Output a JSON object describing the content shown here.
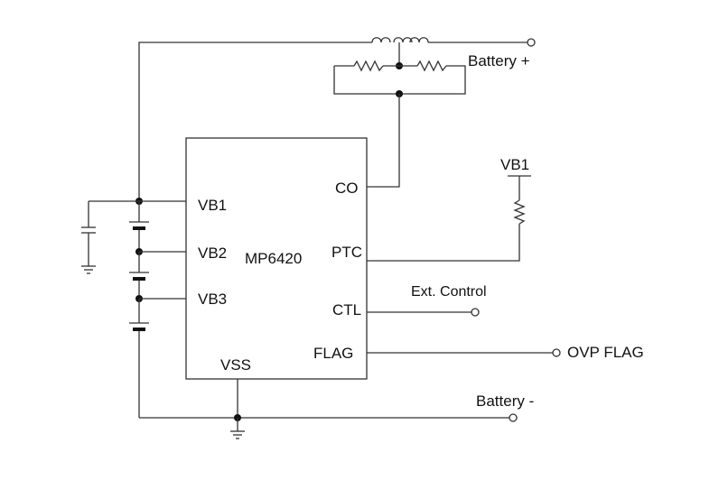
{
  "chip": {
    "name": "MP6420",
    "pins": {
      "vb1": "VB1",
      "vb2": "VB2",
      "vb3": "VB3",
      "vss": "VSS",
      "co": "CO",
      "ptc": "PTC",
      "ctl": "CTL",
      "flag": "FLAG"
    }
  },
  "labels": {
    "battery_plus": "Battery +",
    "battery_minus": "Battery -",
    "vb1_ref": "VB1",
    "ext_control": "Ext. Control",
    "ovp_flag": "OVP FLAG"
  },
  "colors": {
    "line": "#333333",
    "fill": "#111111",
    "background": "#ffffff"
  }
}
